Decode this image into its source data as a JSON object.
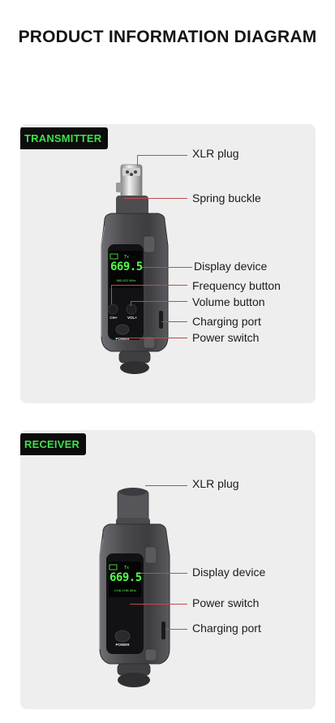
{
  "title": "PRODUCT INFORMATION DIAGRAM",
  "transmitter": {
    "badge": "TRANSMITTER",
    "screen": {
      "freq": "669.5",
      "sub": "865 822 MHz"
    },
    "button_left": "CH+",
    "button_right": "VOL+",
    "button_power": "POWER",
    "labels": {
      "xlr": "XLR plug",
      "spring": "Spring buckle",
      "display": "Display device",
      "frequency": "Frequency button",
      "volume": "Volume button",
      "charging": "Charging port",
      "power": "Power switch"
    }
  },
  "receiver": {
    "badge": "RECEIVER",
    "screen": {
      "freq": "669.5",
      "sub": "CHA CHB MHz"
    },
    "button_power": "POWER",
    "labels": {
      "xlr": "XLR plug",
      "display": "Display device",
      "power": "Power switch",
      "charging": "Charging port"
    }
  },
  "colors": {
    "badge_bg": "#0c0c0c",
    "badge_text": "#3ee04b",
    "panel_bg": "#eeeeee",
    "leader": "#c44a4a",
    "screen_text": "#52ff47"
  }
}
